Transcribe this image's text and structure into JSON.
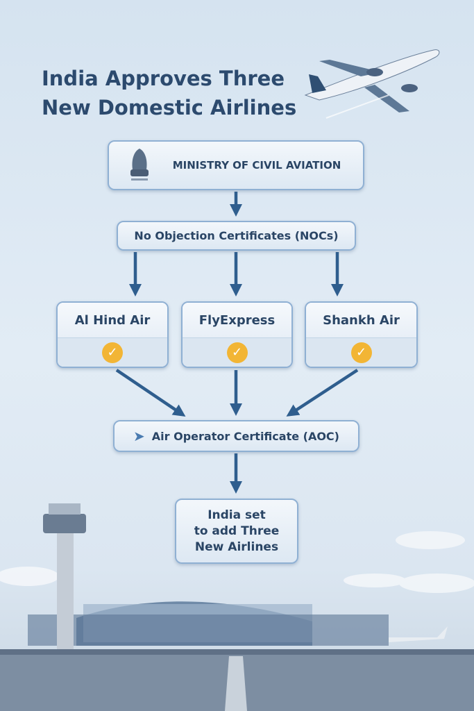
{
  "title": {
    "line1": "India Approves Three",
    "line2": "New Domestic Airlines"
  },
  "ministry": {
    "label": "MINISTRY OF CIVIL AVIATION",
    "emblem": "national-emblem"
  },
  "noc": {
    "label": "No Objection Certificates (NOCs)"
  },
  "airlines": [
    {
      "name": "Al Hind Air",
      "status": "approved"
    },
    {
      "name": "FlyExpress",
      "status": "approved"
    },
    {
      "name": "Shankh Air",
      "status": "approved"
    }
  ],
  "aoc": {
    "label": "Air Operator Certificate (AOC)",
    "icon": "paper-plane-icon"
  },
  "result": {
    "line1": "India set",
    "line2": "to add Three",
    "line3": "New Airlines"
  },
  "colors": {
    "arrow": "#2f5e8e",
    "check": "#f2b535",
    "title": "#2c4a6e"
  }
}
